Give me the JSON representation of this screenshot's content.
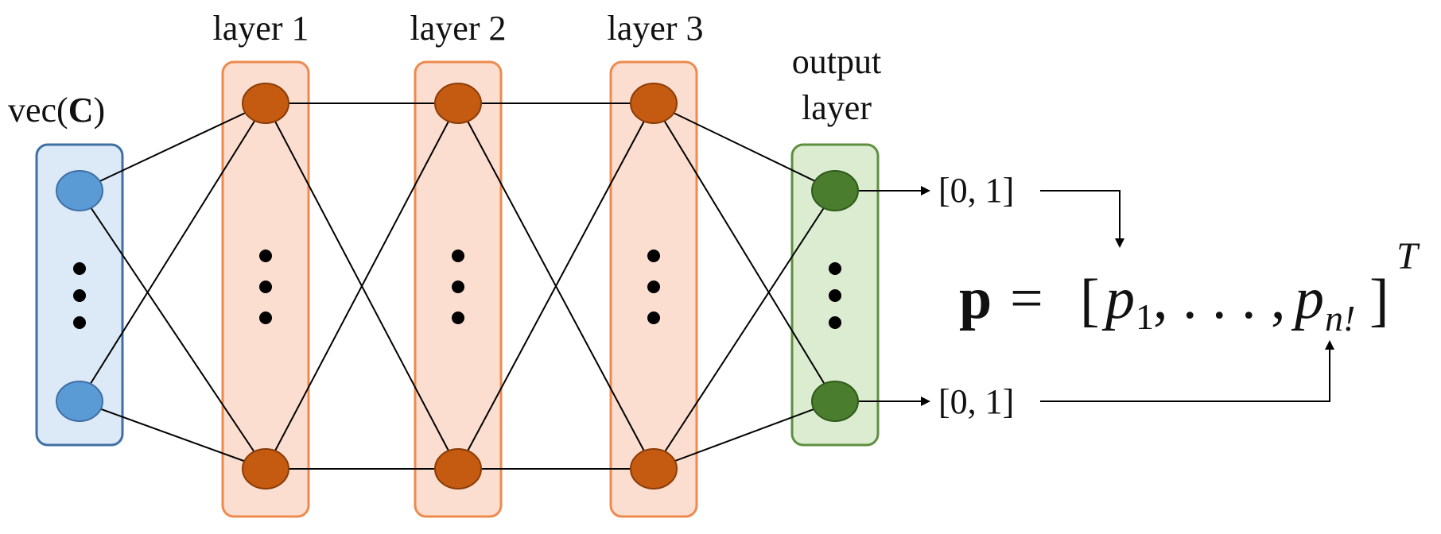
{
  "labels": {
    "input": "vec(",
    "input_bold": "C",
    "input_close": ")",
    "layer1": "layer 1",
    "layer2": "layer 2",
    "layer3": "layer 3",
    "output_line1": "output",
    "output_line2": "layer"
  },
  "outputs": {
    "top_range": "[0, 1]",
    "bottom_range": "[0, 1]"
  },
  "formula": {
    "vector": "p",
    "equals": "=",
    "open": "[",
    "p": "p",
    "sub1": "1",
    "comma_dots": ", . . . ,",
    "subn": "n!",
    "close": "]",
    "superscript": "T"
  },
  "colors": {
    "input_fill": "#dce9f7",
    "input_stroke": "#3f6fa3",
    "input_node": "#5b9bd5",
    "hidden_fill": "#fbded0",
    "hidden_stroke": "#ee8a4e",
    "hidden_node": "#c55a11",
    "output_fill": "#dbecd0",
    "output_stroke": "#5e8f3f",
    "output_node": "#4a7d2e"
  }
}
